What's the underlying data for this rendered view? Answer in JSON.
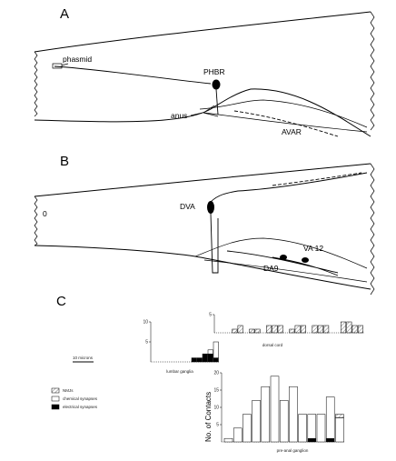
{
  "panels": {
    "a": {
      "letter": "A",
      "labels": {
        "phasmid": "phasmid",
        "phbr": "PHBR",
        "anus": "anus",
        "avar": "AVAR"
      }
    },
    "b": {
      "letter": "B",
      "labels": {
        "zero": "0",
        "dva": "DVA",
        "va12": "VA 12",
        "da9": "DA9"
      }
    },
    "c": {
      "letter": "C",
      "scale_bar": "10 microns",
      "legend": [
        {
          "key": "nmj",
          "label": "NMJs",
          "pattern": "hatched"
        },
        {
          "key": "chem",
          "label": "chemical synapses",
          "pattern": "open"
        },
        {
          "key": "elec",
          "label": "electrical synapses",
          "pattern": "filled"
        }
      ]
    }
  },
  "chart_data": [
    {
      "type": "bar",
      "stacked": true,
      "title": "",
      "xlabel": "dorsal cord",
      "ylabel": "",
      "ylim": [
        0,
        5
      ],
      "yticks": [
        5
      ],
      "categories": [
        "1",
        "2",
        "3",
        "4",
        "5",
        "6",
        "7",
        "8",
        "9",
        "10",
        "11",
        "12",
        "13",
        "14",
        "15",
        "16",
        "17",
        "18",
        "19",
        "20",
        "21",
        "22",
        "23",
        "24",
        "25"
      ],
      "series": [
        {
          "name": "chemical synapses",
          "values": [
            0,
            0,
            0,
            0,
            0,
            0,
            0,
            0,
            0,
            0,
            0,
            0,
            0,
            0,
            0,
            0,
            0,
            0,
            0,
            0,
            0,
            0,
            0,
            0,
            0
          ]
        },
        {
          "name": "NMJs",
          "values": [
            0,
            0,
            1,
            2,
            0,
            1,
            1,
            0,
            2,
            2,
            2,
            0,
            1,
            2,
            2,
            0,
            2,
            2,
            2,
            0,
            0,
            3,
            3,
            2,
            2
          ]
        }
      ]
    },
    {
      "type": "bar",
      "stacked": true,
      "title": "",
      "xlabel": "lumbar ganglia",
      "ylabel": "",
      "ylim": [
        0,
        10
      ],
      "yticks": [
        10,
        5
      ],
      "categories": [
        "1",
        "2",
        "3",
        "4",
        "5",
        "6",
        "7",
        "8",
        "9",
        "10",
        "11",
        "12"
      ],
      "series": [
        {
          "name": "electrical synapses",
          "values": [
            0,
            0,
            0,
            0,
            0,
            0,
            0,
            1,
            1,
            2,
            2,
            1
          ]
        },
        {
          "name": "chemical synapses",
          "values": [
            0,
            0,
            0,
            0,
            0,
            0,
            0,
            0,
            0,
            0,
            1,
            4
          ]
        }
      ]
    },
    {
      "type": "bar",
      "stacked": true,
      "title": "",
      "xlabel": "pre-anal ganglion",
      "ylabel": "No. of Contacts",
      "ylim": [
        0,
        20
      ],
      "yticks": [
        20,
        15,
        10,
        5
      ],
      "categories": [
        "1",
        "2",
        "3",
        "4",
        "5",
        "6",
        "7",
        "8",
        "9",
        "10",
        "11",
        "12",
        "13"
      ],
      "series": [
        {
          "name": "electrical synapses",
          "values": [
            0,
            0,
            0,
            0,
            0,
            0,
            0,
            0,
            0,
            1,
            0,
            1,
            0
          ]
        },
        {
          "name": "chemical synapses",
          "values": [
            1,
            4,
            8,
            12,
            16,
            19,
            12,
            16,
            8,
            7,
            8,
            12,
            7
          ]
        },
        {
          "name": "NMJs",
          "values": [
            0,
            0,
            0,
            0,
            0,
            0,
            0,
            0,
            0,
            0,
            0,
            0,
            1
          ]
        }
      ]
    }
  ]
}
